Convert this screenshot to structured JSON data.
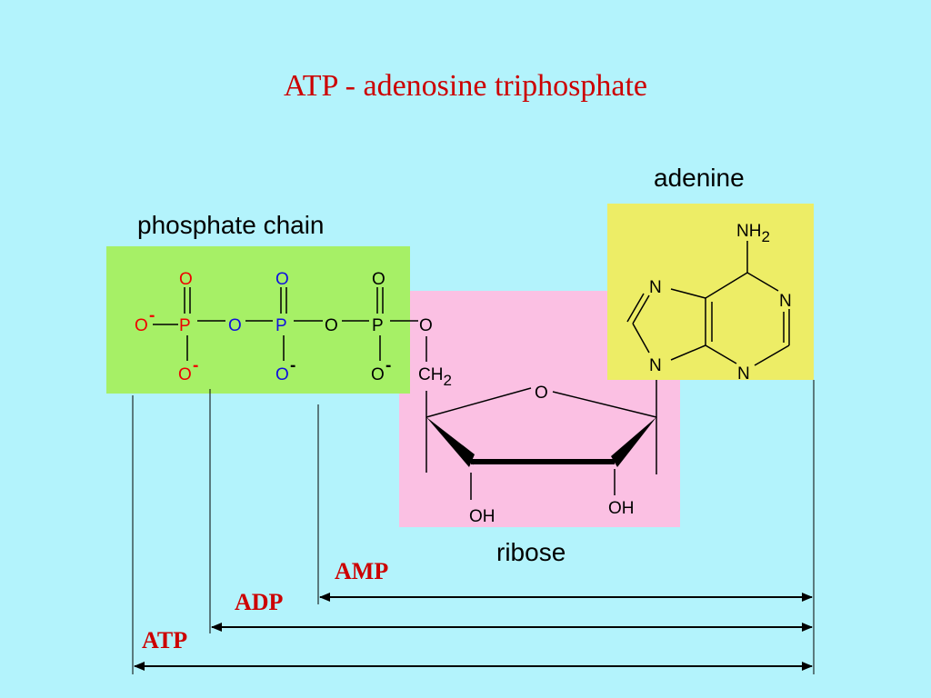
{
  "title": "ATP - adenosine triphosphate",
  "labels": {
    "phosphate_chain": "phosphate chain",
    "adenine": "adenine",
    "ribose": "ribose"
  },
  "ranges": {
    "amp": "AMP",
    "adp": "ADP",
    "atp": "ATP"
  },
  "atoms": {
    "P": "P",
    "O": "O",
    "O_minus": "O",
    "minus": "-",
    "CH2": "CH",
    "sub2": "2",
    "OH": "OH",
    "N": "N",
    "NH2": "NH",
    "nh_sub": "2"
  },
  "colors": {
    "background": "#b3f3fc",
    "phosphate_box": "#a6f066",
    "ribose_box": "#fbc0e3",
    "adenine_box": "#eded66",
    "red": "#ee0000",
    "blue": "#1010dd",
    "title": "#cc0000"
  }
}
